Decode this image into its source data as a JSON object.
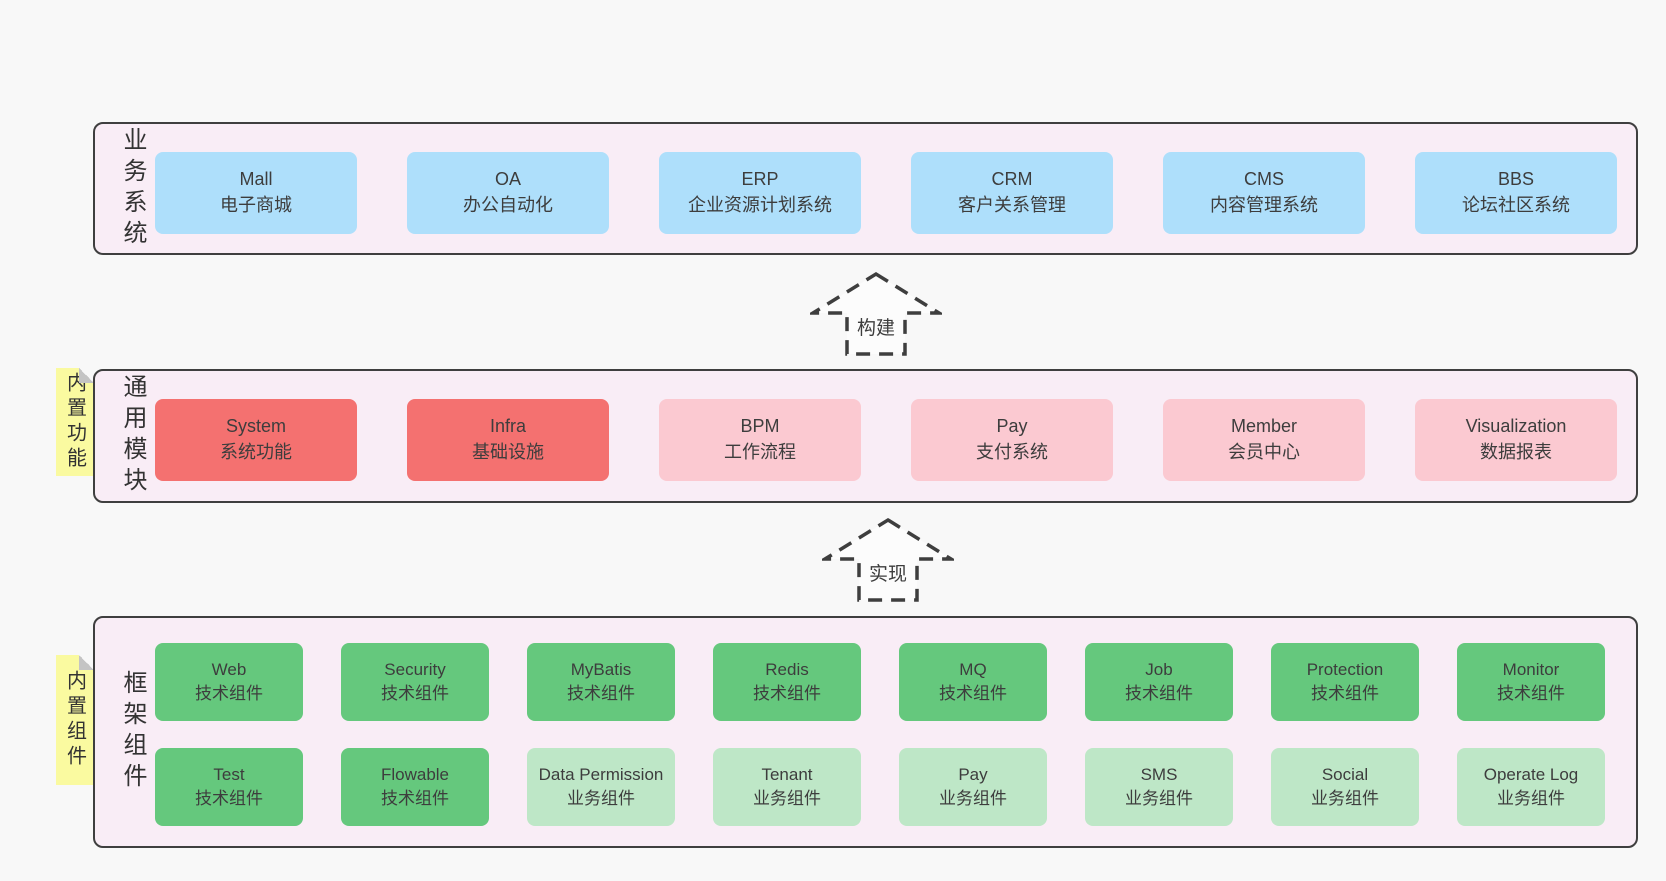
{
  "layers": {
    "business": {
      "label": "业务系统",
      "boxes": [
        {
          "title": "Mall",
          "subtitle": "电子商城",
          "variant": "blue"
        },
        {
          "title": "OA",
          "subtitle": "办公自动化",
          "variant": "blue"
        },
        {
          "title": "ERP",
          "subtitle": "企业资源计划系统",
          "variant": "blue"
        },
        {
          "title": "CRM",
          "subtitle": "客户关系管理",
          "variant": "blue"
        },
        {
          "title": "CMS",
          "subtitle": "内容管理系统",
          "variant": "blue"
        },
        {
          "title": "BBS",
          "subtitle": "论坛社区系统",
          "variant": "blue"
        }
      ]
    },
    "modules": {
      "label": "通用模块",
      "note": "内置功能",
      "boxes": [
        {
          "title": "System",
          "subtitle": "系统功能",
          "variant": "red"
        },
        {
          "title": "Infra",
          "subtitle": "基础设施",
          "variant": "red"
        },
        {
          "title": "BPM",
          "subtitle": "工作流程",
          "variant": "pink"
        },
        {
          "title": "Pay",
          "subtitle": "支付系统",
          "variant": "pink"
        },
        {
          "title": "Member",
          "subtitle": "会员中心",
          "variant": "pink"
        },
        {
          "title": "Visualization",
          "subtitle": "数据报表",
          "variant": "pink"
        }
      ]
    },
    "components": {
      "label": "框架组件",
      "note": "内置组件",
      "row1": [
        {
          "title": "Web",
          "subtitle": "技术组件",
          "variant": "green"
        },
        {
          "title": "Security",
          "subtitle": "技术组件",
          "variant": "green"
        },
        {
          "title": "MyBatis",
          "subtitle": "技术组件",
          "variant": "green"
        },
        {
          "title": "Redis",
          "subtitle": "技术组件",
          "variant": "green"
        },
        {
          "title": "MQ",
          "subtitle": "技术组件",
          "variant": "green"
        },
        {
          "title": "Job",
          "subtitle": "技术组件",
          "variant": "green"
        },
        {
          "title": "Protection",
          "subtitle": "技术组件",
          "variant": "green"
        },
        {
          "title": "Monitor",
          "subtitle": "技术组件",
          "variant": "green"
        }
      ],
      "row2": [
        {
          "title": "Test",
          "subtitle": "技术组件",
          "variant": "green"
        },
        {
          "title": "Flowable",
          "subtitle": "技术组件",
          "variant": "green"
        },
        {
          "title": "Data Permission",
          "subtitle": "业务组件",
          "variant": "lightgreen"
        },
        {
          "title": "Tenant",
          "subtitle": "业务组件",
          "variant": "lightgreen"
        },
        {
          "title": "Pay",
          "subtitle": "业务组件",
          "variant": "lightgreen"
        },
        {
          "title": "SMS",
          "subtitle": "业务组件",
          "variant": "lightgreen"
        },
        {
          "title": "Social",
          "subtitle": "业务组件",
          "variant": "lightgreen"
        },
        {
          "title": "Operate Log",
          "subtitle": "业务组件",
          "variant": "lightgreen"
        }
      ]
    }
  },
  "arrows": {
    "build": "构建",
    "implement": "实现"
  },
  "colors": {
    "page_bg": "#f8f8f8",
    "panel_bg": "#f9edf6",
    "panel_border": "#3f3f3f",
    "blue": "#aedffb",
    "red": "#f47170",
    "pink": "#fbc9d1",
    "green": "#65c87d",
    "lightgreen": "#bee7c7",
    "note_yellow": "#fafaa0",
    "note_fold": "#c4c4c4",
    "text": "#3d3d3d"
  }
}
